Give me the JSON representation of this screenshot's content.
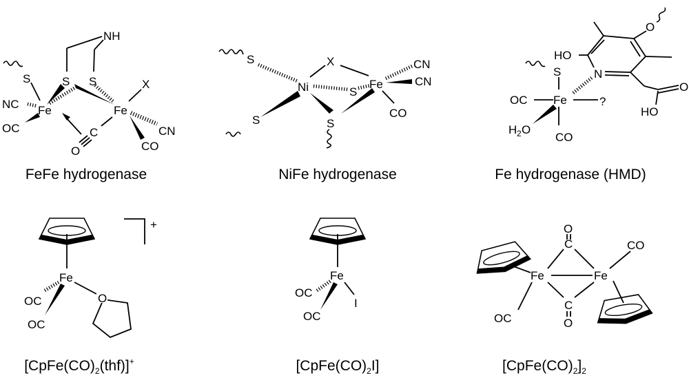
{
  "m1": {
    "caption": "FeFe hydrogenase",
    "labels": [
      "S",
      "S",
      "S",
      "NH",
      "Fe",
      "Fe",
      "NC",
      "OC",
      "X",
      "C",
      "O",
      "CN",
      "CO"
    ]
  },
  "m2": {
    "caption": "NiFe hydrogenase",
    "labels": [
      "S",
      "S",
      "S",
      "S",
      "Ni",
      "Fe",
      "X",
      "CN",
      "CN",
      "CO"
    ]
  },
  "m3": {
    "caption": "Fe hydrogenase (HMD)",
    "labels": [
      "S",
      "Fe",
      "OC",
      "H",
      "2",
      "O",
      "CO",
      "?",
      "N",
      "HO",
      "O",
      "O",
      "HO"
    ]
  },
  "m4": {
    "caption": [
      "[CpFe(CO)",
      "2",
      "(thf)]",
      "+"
    ],
    "labels": [
      "Fe",
      "OC",
      "OC",
      "O",
      "+"
    ]
  },
  "m5": {
    "caption": [
      "[CpFe(CO)",
      "2",
      "I]"
    ],
    "labels": [
      "Fe",
      "OC",
      "OC",
      "I"
    ]
  },
  "m6": {
    "caption": [
      "[CpFe(CO)",
      "2",
      "]",
      "2"
    ],
    "labels": [
      "Fe",
      "Fe",
      "C",
      "O",
      "C",
      "O",
      "CO",
      "OC"
    ]
  }
}
